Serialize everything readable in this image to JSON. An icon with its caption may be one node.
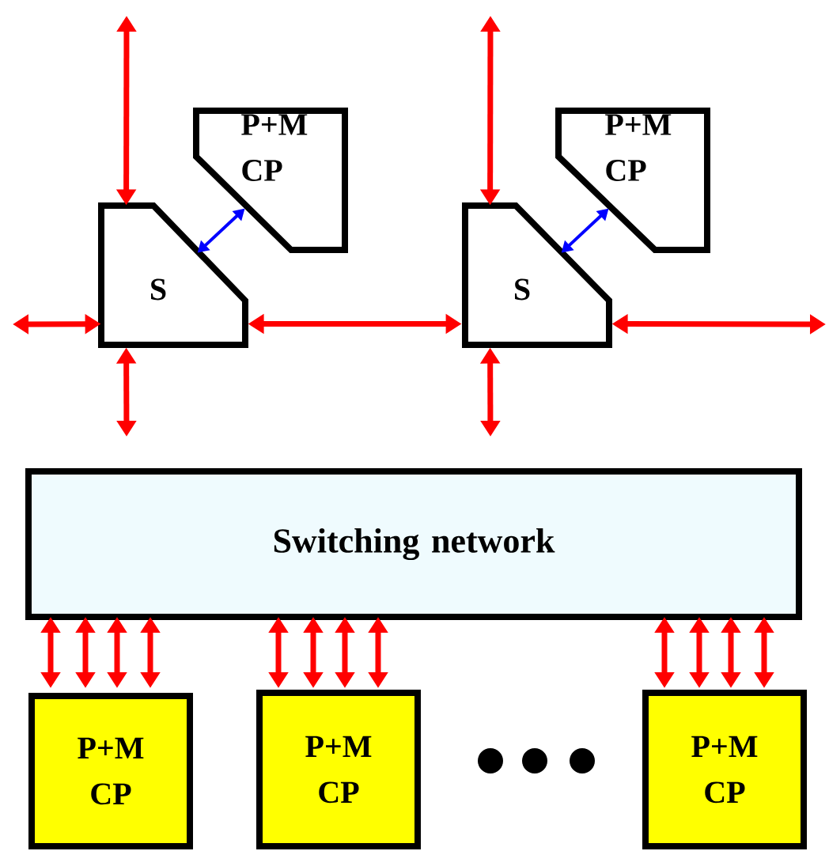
{
  "diagram": {
    "nodes": [
      {
        "text": [
          "S"
        ]
      },
      {
        "text": [
          "P+M CP"
        ]
      },
      {
        "text": [
          "S"
        ]
      },
      {
        "text": [
          "P+M CP"
        ]
      },
      {
        "text": [
          "Switching network"
        ]
      },
      {
        "text": [
          "P+M CP"
        ]
      },
      {
        "text": [
          "P+M CP"
        ]
      },
      {
        "text": [
          "P+M CP"
        ]
      }
    ],
    "edges": [
      {
        "from": null,
        "to": 0,
        "arrow": "both"
      },
      {
        "from": null,
        "to": 0,
        "arrow": "both"
      },
      {
        "from": 0,
        "to": null,
        "arrow": "both"
      },
      {
        "from": 0,
        "to": 2,
        "arrow": "both"
      },
      {
        "from": 0,
        "to": 1,
        "arrow": "both",
        "color": "#0000ff"
      },
      {
        "from": null,
        "to": 2,
        "arrow": "both"
      },
      {
        "from": 2,
        "to": null,
        "arrow": "both"
      },
      {
        "from": 2,
        "to": null,
        "arrow": "both"
      },
      {
        "from": 2,
        "to": 3,
        "arrow": "both",
        "color": "#0000ff"
      },
      {
        "from": 4,
        "to": 5,
        "arrow": "both"
      },
      {
        "from": 4,
        "to": 5,
        "arrow": "both"
      },
      {
        "from": 4,
        "to": 5,
        "arrow": "both"
      },
      {
        "from": 4,
        "to": 5,
        "arrow": "both"
      },
      {
        "from": 4,
        "to": 6,
        "arrow": "both"
      },
      {
        "from": 4,
        "to": 6,
        "arrow": "both"
      },
      {
        "from": 4,
        "to": 6,
        "arrow": "both"
      },
      {
        "from": 4,
        "to": 6,
        "arrow": "both"
      },
      {
        "from": 4,
        "to": 7,
        "arrow": "both"
      },
      {
        "from": 4,
        "to": 7,
        "arrow": "both"
      },
      {
        "from": 4,
        "to": 7,
        "arrow": "both"
      },
      {
        "from": 4,
        "to": 7,
        "arrow": "both"
      }
    ]
  }
}
